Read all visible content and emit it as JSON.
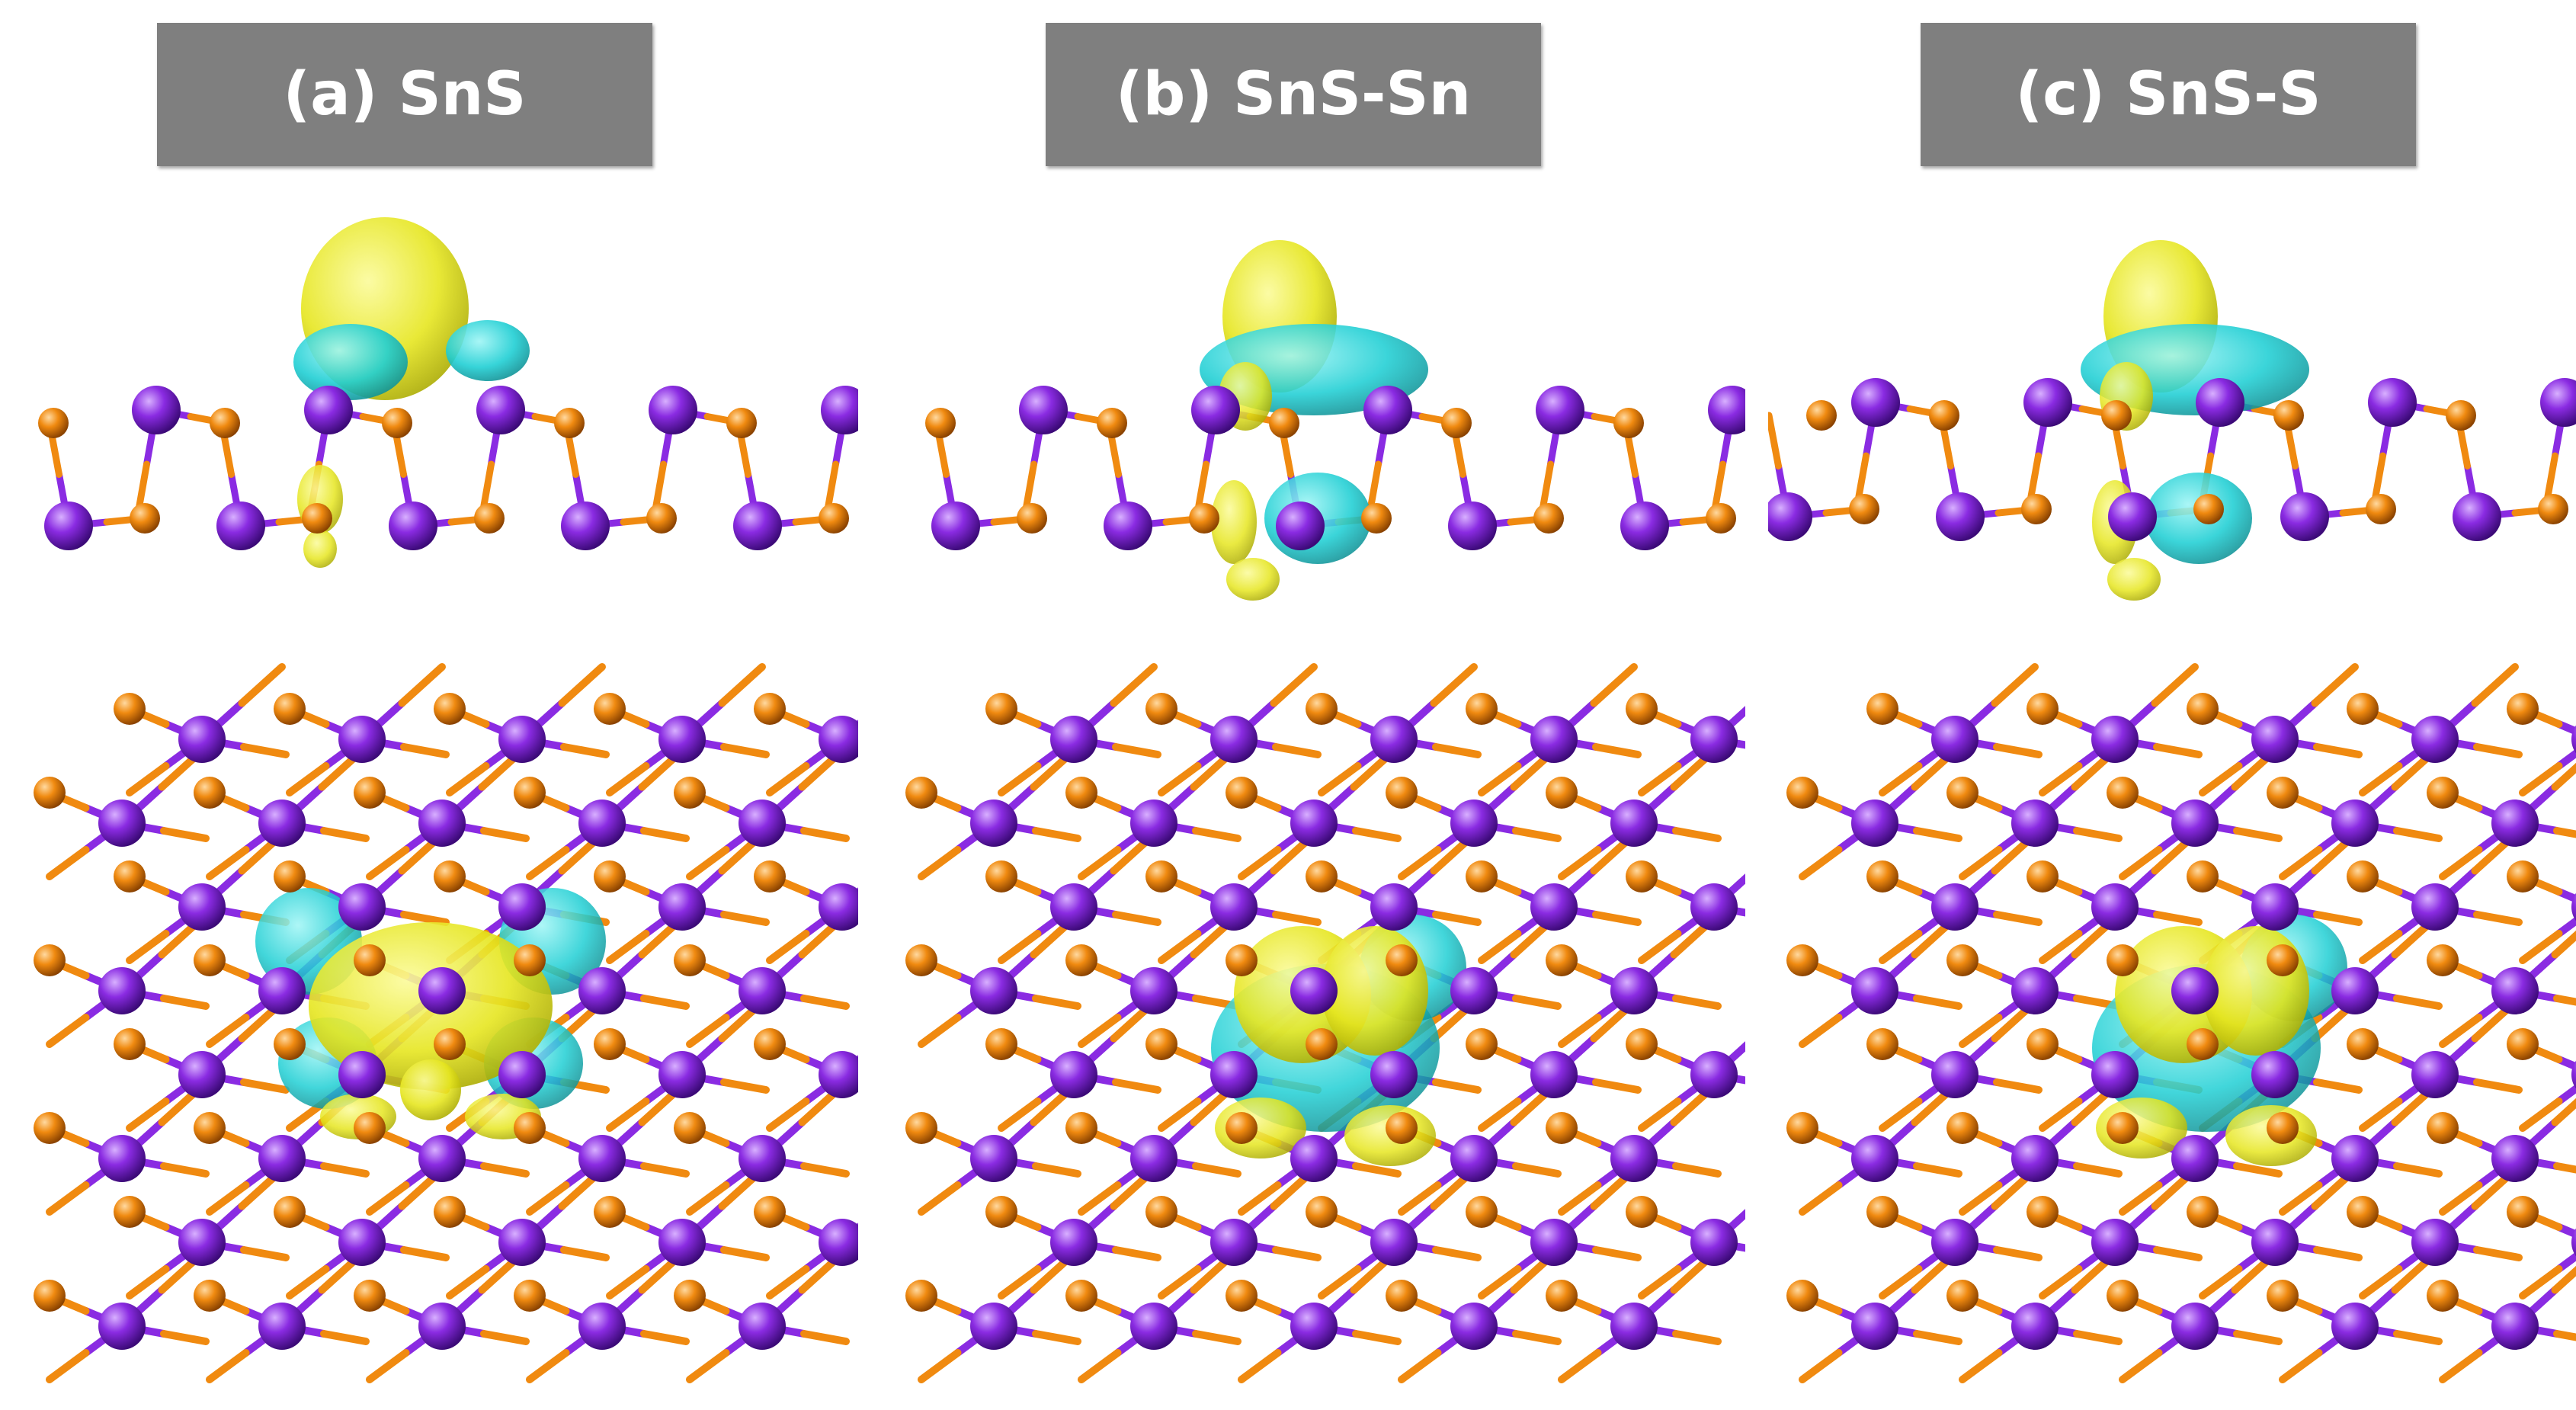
{
  "panels": [
    {
      "label": "(a) SnS"
    },
    {
      "label": "(b) SnS-Sn"
    },
    {
      "label": "(c) SnS-S"
    }
  ],
  "colors": {
    "sn_atom": "#8a2be2",
    "s_atom": "#f08a10",
    "bond_sn": "#8a2be2",
    "bond_s": "#f08a10",
    "charge_accumulation": "#e6e620",
    "charge_depletion": "#20cfd4",
    "title_bg": "#7f7f7f",
    "title_text": "#ffffff"
  }
}
